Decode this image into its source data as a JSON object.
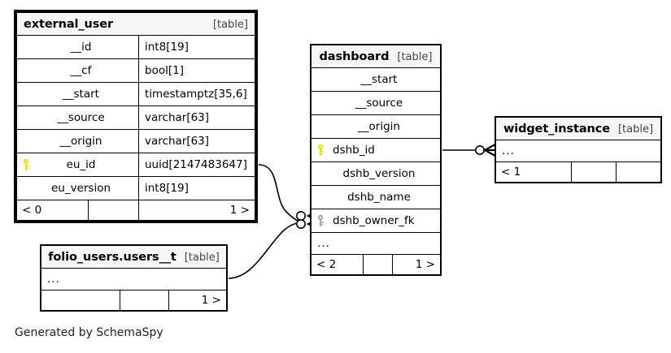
{
  "diagram": {
    "caption": "Generated by SchemaSpy",
    "type_label": "[table]",
    "ellipsis": "...",
    "colors": {
      "primary_key_icon": "#e8e800",
      "foreign_key_icon": "#a8a8a8",
      "header_background": "#f7f7f7",
      "border": "#000000",
      "background": "#ffffff"
    }
  },
  "tables": {
    "external_user": {
      "name": "external_user",
      "type": "[table]",
      "columns": [
        {
          "key": "none",
          "name": "__id",
          "type": "int8[19]"
        },
        {
          "key": "none",
          "name": "__cf",
          "type": "bool[1]"
        },
        {
          "key": "none",
          "name": "__start",
          "type": "timestamptz[35,6]"
        },
        {
          "key": "none",
          "name": "__source",
          "type": "varchar[63]"
        },
        {
          "key": "none",
          "name": "__origin",
          "type": "varchar[63]"
        },
        {
          "key": "primary",
          "name": "eu_id",
          "type": "uuid[2147483647]"
        },
        {
          "key": "none",
          "name": "eu_version",
          "type": "int8[19]"
        }
      ],
      "footer": {
        "left": "< 0",
        "middle": "",
        "right": "1 >"
      }
    },
    "dashboard": {
      "name": "dashboard",
      "type": "[table]",
      "columns": [
        {
          "key": "none",
          "name": "__start",
          "type": ""
        },
        {
          "key": "none",
          "name": "__source",
          "type": ""
        },
        {
          "key": "none",
          "name": "__origin",
          "type": ""
        },
        {
          "key": "primary",
          "name": "dshb_id",
          "type": ""
        },
        {
          "key": "none",
          "name": "dshb_version",
          "type": ""
        },
        {
          "key": "none",
          "name": "dshb_name",
          "type": ""
        },
        {
          "key": "foreign",
          "name": "dshb_owner_fk",
          "type": ""
        }
      ],
      "more_row": "...",
      "footer": {
        "left": "< 2",
        "middle": "",
        "right": "1 >"
      }
    },
    "widget_instance": {
      "name": "widget_instance",
      "type": "[table]",
      "more_row": "...",
      "footer": {
        "left": "< 1",
        "middle": "",
        "right": ""
      }
    },
    "folio_users": {
      "name": "folio_users.users__t",
      "type": "[table]",
      "more_row": "...",
      "footer": {
        "left": "",
        "middle": "",
        "right": "1 >"
      }
    }
  },
  "relationships": [
    {
      "from": "external_user.eu_id",
      "to": "dashboard.dshb_owner_fk",
      "cardinality": "zero-or-many"
    },
    {
      "from": "folio_users.more_row",
      "to": "dashboard.dshb_owner_fk",
      "cardinality": "zero-or-many"
    },
    {
      "from": "dashboard.dshb_id",
      "to": "widget_instance.more_row",
      "cardinality": "zero-or-many"
    }
  ]
}
